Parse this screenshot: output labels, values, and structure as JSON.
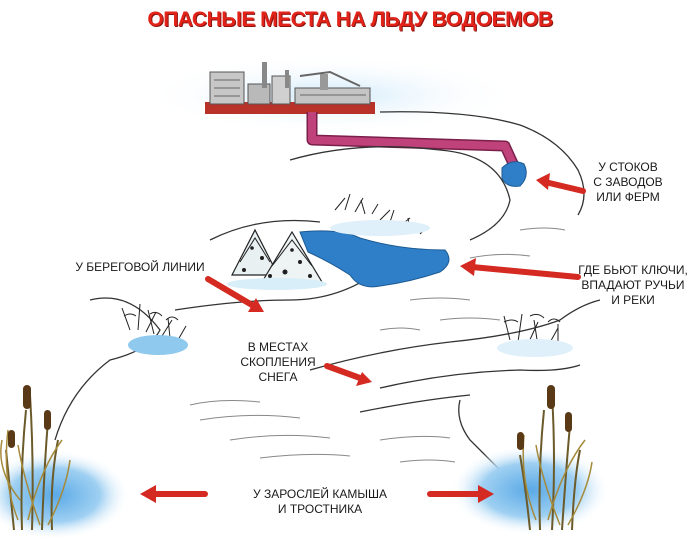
{
  "title": "ОПАСНЫЕ МЕСТА НА ЛЬДУ ВОДОЕМОВ",
  "labels": {
    "drains": [
      "У СТОКОВ",
      "С ЗАВОДОВ",
      "ИЛИ ФЕРМ"
    ],
    "shoreline": [
      "У БЕРЕГОВОЙ ЛИНИИ"
    ],
    "springs": [
      "ГДЕ БЬЮТ КЛЮЧИ,",
      "ВПАДАЮТ РУЧЬИ",
      "И РЕКИ"
    ],
    "snow": [
      "В МЕСТАХ",
      "СКОПЛЕНИЯ",
      "СНЕГА"
    ],
    "reeds": [
      "У ЗАРОСЛЕЙ КАМЫША",
      "И ТРОСТНИКА"
    ]
  },
  "colors": {
    "title": "#e2231a",
    "arrow": "#d42a22",
    "water": "#2f7fc8",
    "pipe": "#c0427a",
    "ice_shadow": "#bfe3f7",
    "factory": "#c0392b"
  },
  "icons": [
    "factory-icon",
    "pipe-icon",
    "snowy-trees-icon",
    "bush-icon",
    "reeds-icon",
    "arrow-icon"
  ]
}
